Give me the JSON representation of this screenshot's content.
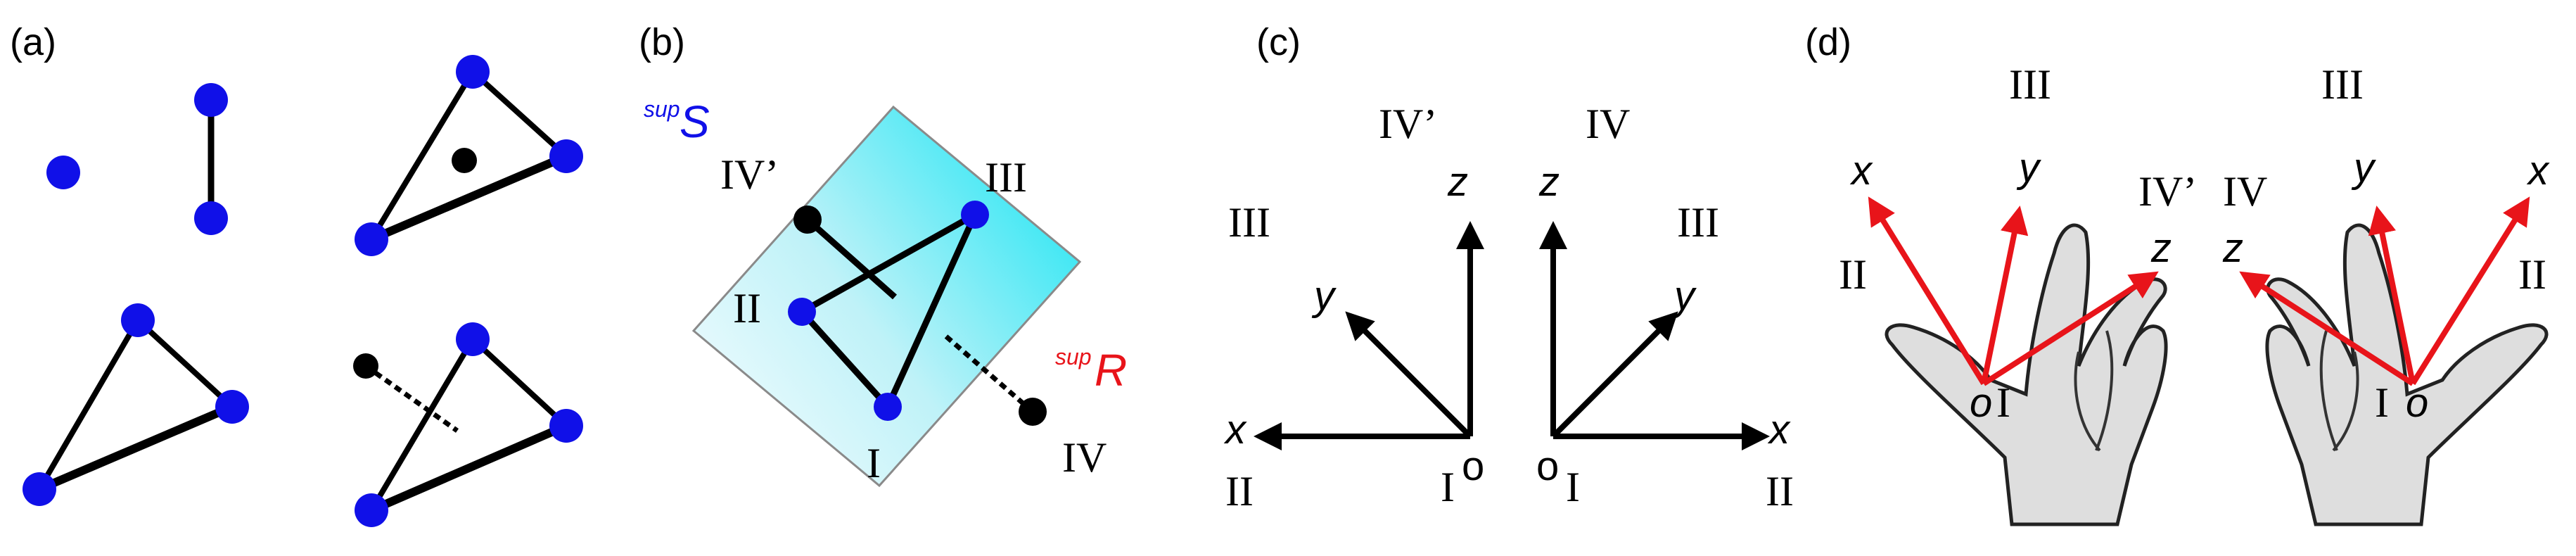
{
  "panel_labels": {
    "a": "(a)",
    "b": "(b)",
    "c": "(c)",
    "d": "(d)"
  },
  "colors": {
    "vertex": "#1010e8",
    "black": "#000000",
    "red": "#e8141a",
    "plane_start": "#f2fbfd",
    "plane_end": "#20e6f4",
    "hand_fill": "#dedede"
  },
  "panel_b": {
    "sup_s": {
      "sup": "sup",
      "text": "S"
    },
    "sup_r": {
      "sup": "sup",
      "text": "R"
    },
    "vertex_labels": {
      "I": "I",
      "II": "II",
      "III": "III",
      "IV": "IV",
      "IV_prime": "IV’"
    }
  },
  "panel_c": {
    "left": {
      "x": "x",
      "y": "y",
      "z": "z",
      "origin": "o",
      "I": "I",
      "II": "II",
      "III": "III",
      "IV_prime": "IV’"
    },
    "right": {
      "x": "x",
      "y": "y",
      "z": "z",
      "origin": "o",
      "I": "I",
      "II": "II",
      "III": "III",
      "IV": "IV"
    }
  },
  "panel_d": {
    "left": {
      "x": "x",
      "y": "y",
      "z": "z",
      "origin": "o",
      "I": "I",
      "II": "II",
      "III": "III",
      "IV_prime": "IV’"
    },
    "right": {
      "x": "x",
      "y": "y",
      "z": "z",
      "origin": "o",
      "I": "I",
      "II": "II",
      "III": "III",
      "IV": "IV"
    }
  }
}
